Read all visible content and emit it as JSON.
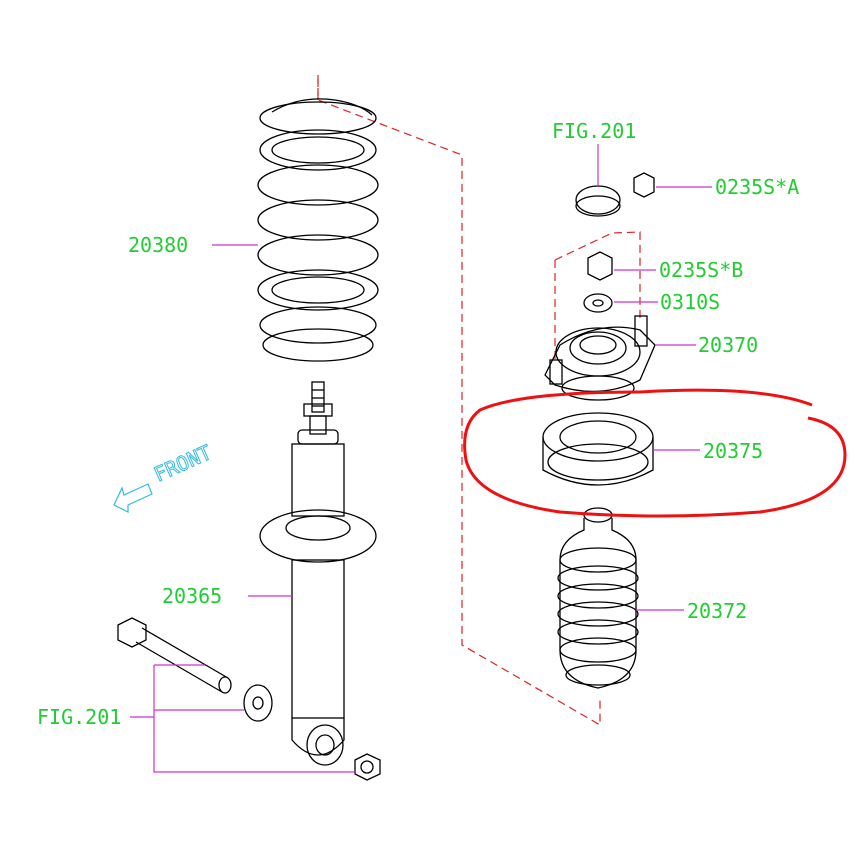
{
  "labels": {
    "spring": "20380",
    "shock": "20365",
    "fig_left": "FIG.201",
    "fig_top": "FIG.201",
    "nut_a": "0235S*A",
    "nut_b": "0235S*B",
    "washer": "0310S",
    "mount": "20370",
    "bump_stop": "20375",
    "boot": "20372",
    "front": "FRONT"
  },
  "colors": {
    "label": "#22cc33",
    "leader": "#cc33cc",
    "dashed_line": "#dd2222",
    "highlight_circle": "#ee1111",
    "front_arrow": "#33bbdd"
  }
}
